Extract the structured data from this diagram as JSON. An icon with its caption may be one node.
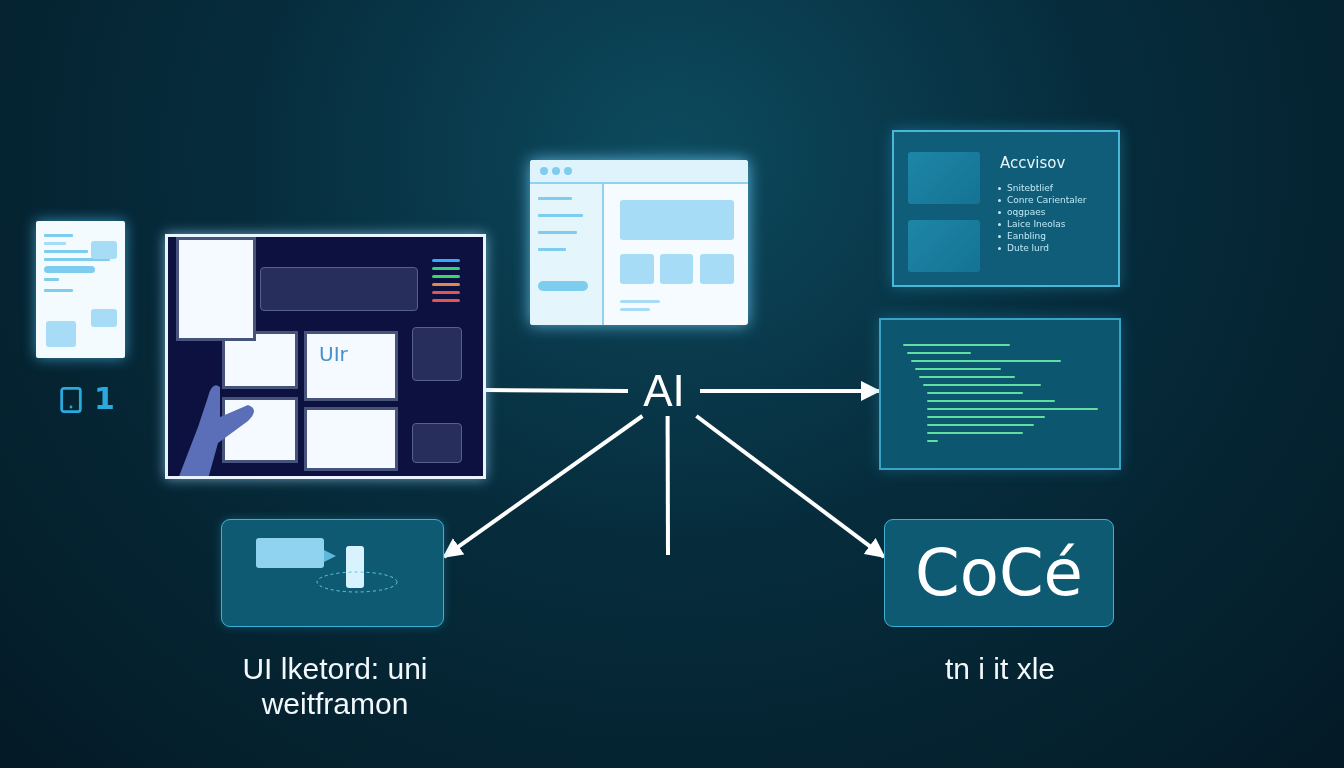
{
  "diagram": {
    "nodes": [
      {
        "text": [],
        "shape": "picture"
      },
      {
        "text": [],
        "shape": "picture"
      },
      {
        "text": [],
        "shape": "picture"
      },
      {
        "text": [
          "AI"
        ]
      },
      {
        "text": [
          "Accvisov",
          "Snitebtlief",
          "Conre Carientaler",
          "oqgpaes",
          "Laice Ineolas",
          "Eanbling",
          "Dute lurd"
        ]
      },
      {
        "text": [],
        "shape": "picture"
      },
      {
        "text": [],
        "shape": "picture",
        "beside": [
          "UI lketord: uni weitframon"
        ]
      },
      {
        "text": [
          "CoCé"
        ],
        "beside": [
          "tn i it xle"
        ]
      },
      {
        "text": [],
        "shape": "box",
        "in": 1
      },
      {
        "text": [],
        "shape": "box",
        "in": 1
      },
      {
        "text": [
          "UIr"
        ],
        "in": 1
      },
      {
        "text": [],
        "shape": "box",
        "in": 1
      },
      {
        "text": [],
        "shape": "box",
        "in": 1
      }
    ],
    "edges": [
      {
        "from": 1,
        "to": 3,
        "arrow": "none"
      },
      {
        "from": 3,
        "to": 5,
        "arrow": "to"
      },
      {
        "from": 3,
        "to": 6,
        "arrow": "to"
      },
      {
        "from": 3,
        "to": 7,
        "arrow": "to"
      },
      {
        "from": 3,
        "to": null,
        "arrow": "none"
      }
    ],
    "labels": [
      "1"
    ]
  }
}
